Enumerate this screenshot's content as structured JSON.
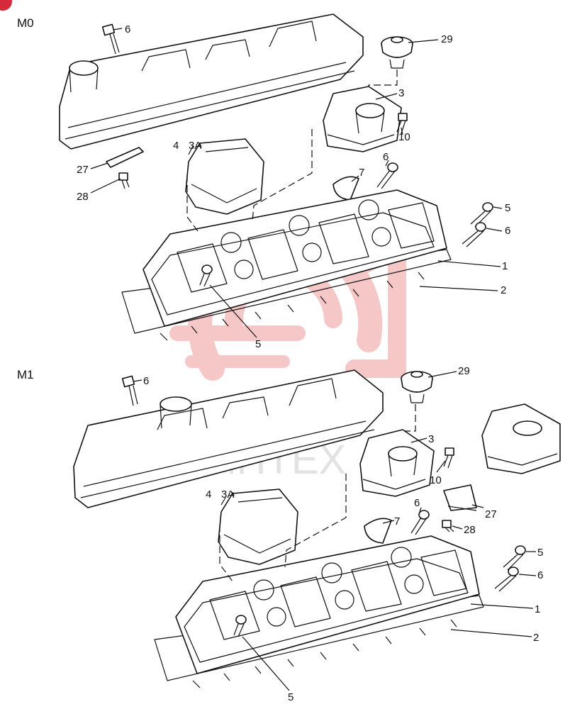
{
  "sections": [
    {
      "id": "m0",
      "title": "M0",
      "callouts": [
        "6",
        "29",
        "3",
        "10",
        "4",
        "3A",
        "27",
        "28",
        "6",
        "7",
        "5",
        "6",
        "1",
        "2",
        "5"
      ]
    },
    {
      "id": "m1",
      "title": "M1",
      "callouts": [
        "6",
        "29",
        "3",
        "10",
        "4",
        "3A",
        "7",
        "6",
        "27",
        "28",
        "5",
        "6",
        "1",
        "2",
        "5"
      ]
    }
  ],
  "watermark": {
    "text": "ИНТЕХ",
    "color": "#e23a3a"
  }
}
